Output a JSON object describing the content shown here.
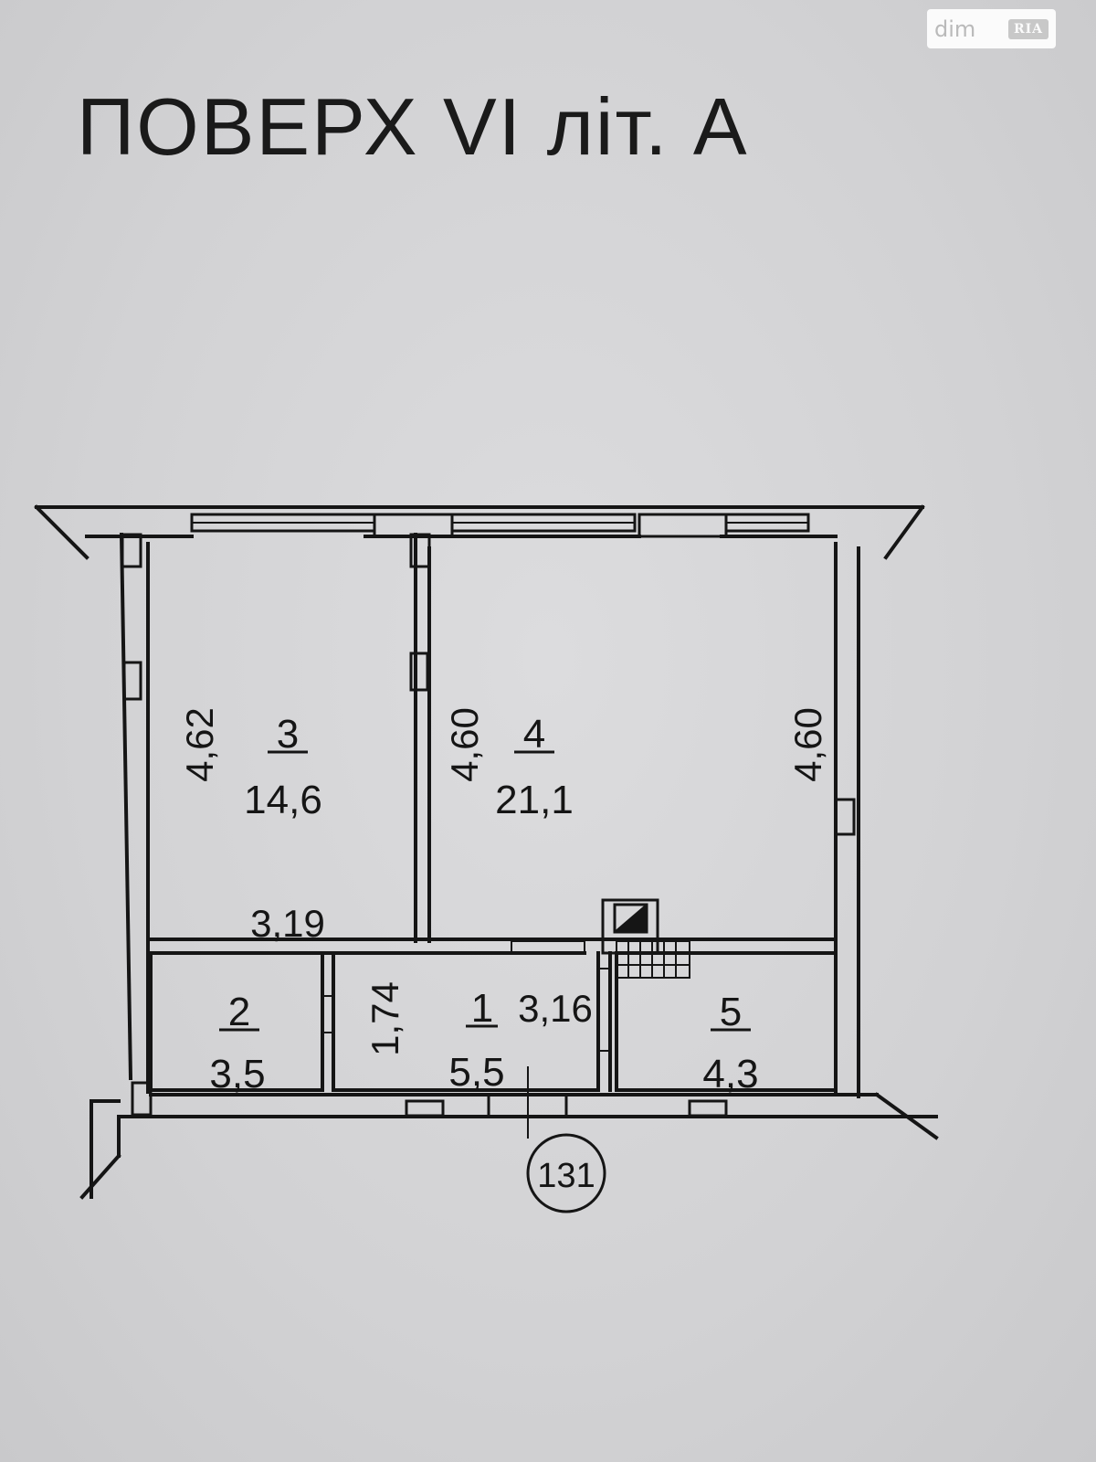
{
  "title": "ПОВЕРХ VI   літ. А",
  "watermark": {
    "text": "dim",
    "badge": "RIA"
  },
  "rooms": [
    {
      "number": "3",
      "area": "14,6"
    },
    {
      "number": "4",
      "area": "21,1"
    },
    {
      "number": "2",
      "area": "3,5"
    },
    {
      "number": "1",
      "area": "5,5"
    },
    {
      "number": "5",
      "area": "4,3"
    }
  ],
  "dimensions": {
    "room3_height": "4,62",
    "room3_width": "3,19",
    "room4_height_left": "4,60",
    "room4_height_right": "4,60",
    "room1_height": "1,74",
    "room1_width": "3,16"
  },
  "section_marker": "131"
}
